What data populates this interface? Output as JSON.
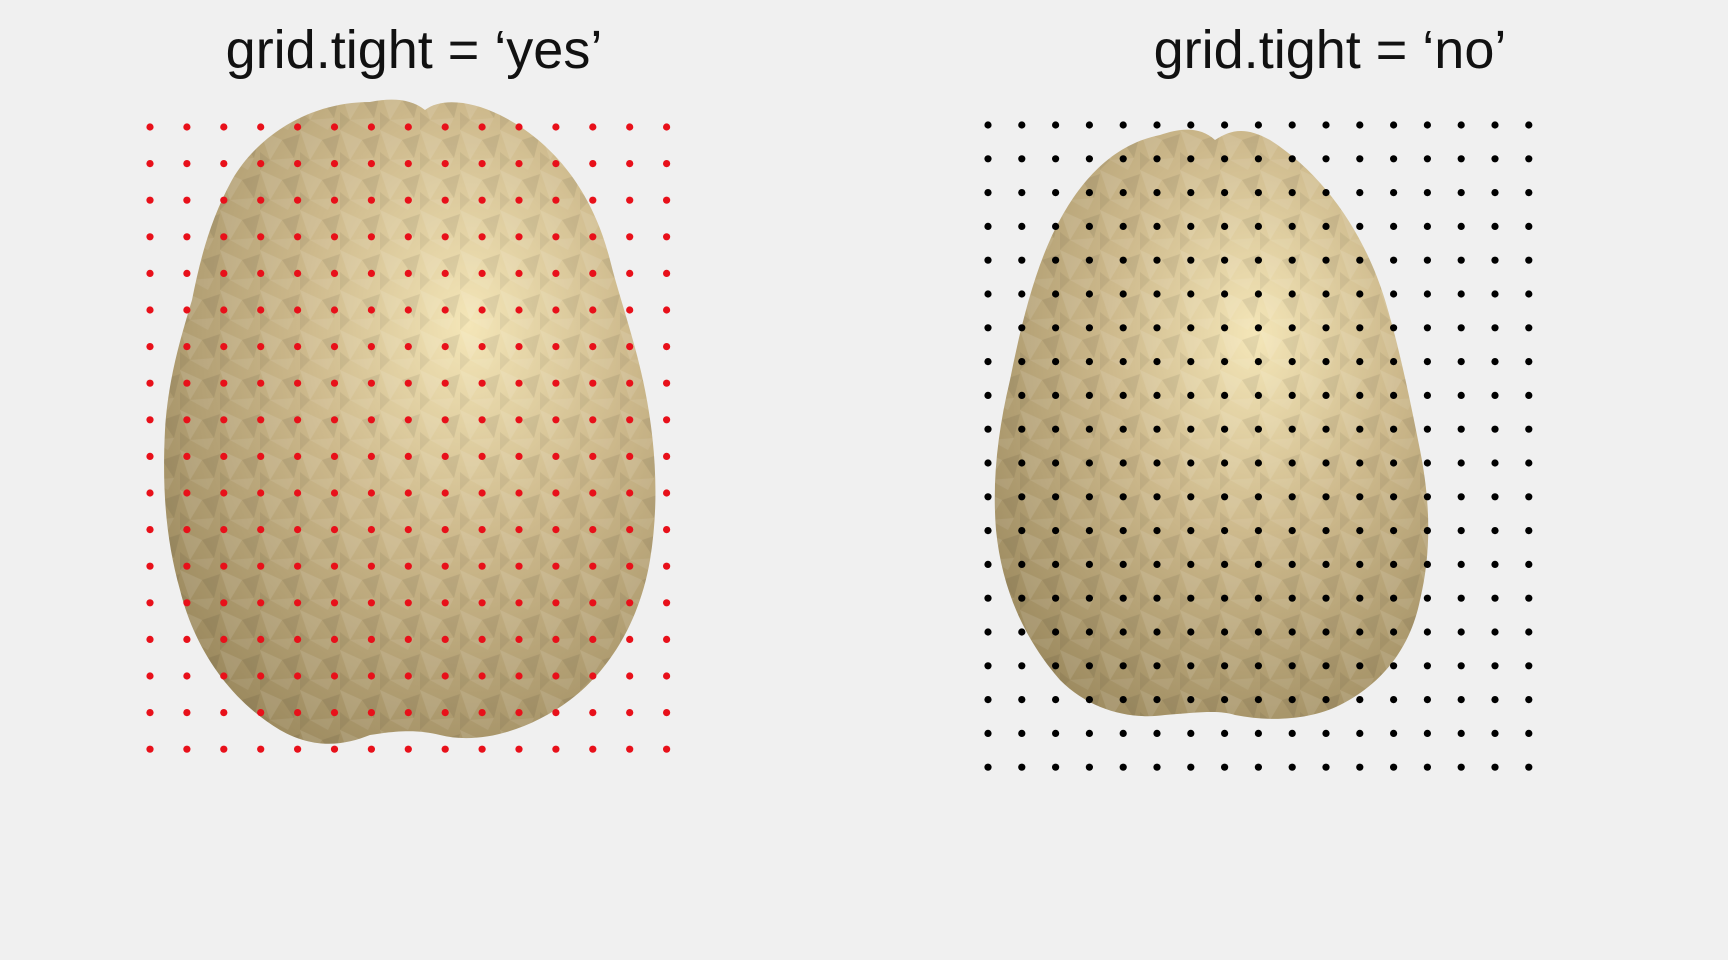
{
  "panels": [
    {
      "id": "left",
      "title": "grid.tight = ‘yes’",
      "point_color": "#e8101a",
      "grid": {
        "cols": 15,
        "rows": 18
      }
    },
    {
      "id": "right",
      "title": "grid.tight = ‘no’",
      "point_color": "#000000",
      "grid": {
        "cols": 17,
        "rows": 20
      }
    }
  ],
  "colors": {
    "background": "#f0f0f0",
    "brain_fill": "#c9b58a",
    "brain_highlight": "#f2e3b3",
    "brain_shadow": "#8f7d55"
  }
}
